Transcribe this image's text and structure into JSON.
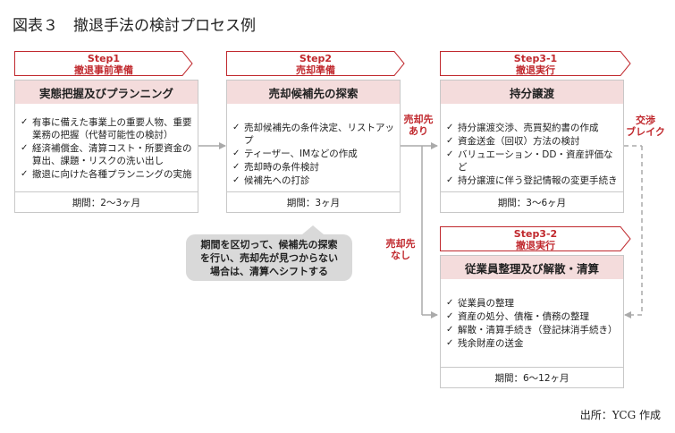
{
  "title": "図表３　撤退手法の検討プロセス例",
  "steps": [
    {
      "step": "Step1",
      "name": "撤退事前準備"
    },
    {
      "step": "Step2",
      "name": "売却準備"
    },
    {
      "step": "Step3-1",
      "name": "撤退実行"
    },
    {
      "step": "Step3-2",
      "name": "撤退実行"
    }
  ],
  "cards": [
    {
      "heading": "実態把握及びプランニング",
      "items": [
        "有事に備えた事業上の重要人物、重要業務の把握（代替可能性の検討）",
        "経済補償金、清算コスト・所要資金の算出、課題・リスクの洗い出し",
        "撤退に向けた各種プランニングの実施"
      ],
      "period": "期間：2〜3ヶ月"
    },
    {
      "heading": "売却候補先の探索",
      "items": [
        "売却候補先の条件決定、リストアップ",
        "ティーザー、IMなどの作成",
        "売却時の条件検討",
        "候補先への打診"
      ],
      "period": "期間：3ヶ月"
    },
    {
      "heading": "持分譲渡",
      "items": [
        "持分譲渡交渉、売買契約書の作成",
        "資金送金（回収）方法の検討",
        "バリュエーション・DD・資産評価など",
        "持分譲渡に伴う登記情報の変更手続き"
      ],
      "period": "期間：3〜6ヶ月"
    },
    {
      "heading": "従業員整理及び解散・清算",
      "items": [
        "従業員の整理",
        "資産の処分、債権・債務の整理",
        "解散・清算手続き（登記抹消手続き）",
        "残余財産の送金"
      ],
      "period": "期間：6〜12ヶ月"
    }
  ],
  "labels": {
    "buyer_found": [
      "売却先",
      "あり"
    ],
    "buyer_not_found": [
      "売却先",
      "なし"
    ],
    "negotiation_break": [
      "交渉",
      "ブレイク"
    ]
  },
  "note": [
    "期間を区切って、候補先の探索",
    "を行い、売却先が見つからない",
    "場合は、清算へシフトする"
  ],
  "source": "出所：YCG 作成"
}
